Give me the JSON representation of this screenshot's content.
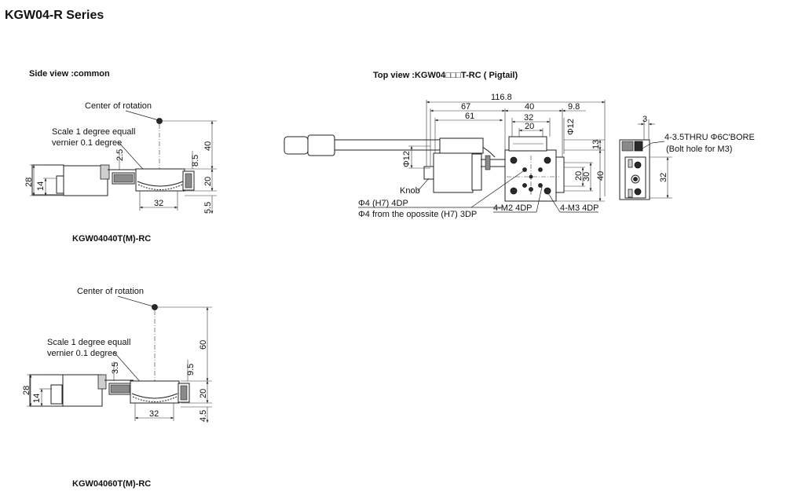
{
  "title": "KGW04-R Series",
  "side_view": {
    "heading": "Side view :common",
    "upper": {
      "center_label": "Center of rotation",
      "scale_line1": "Scale 1 degree equall",
      "scale_line2": "vernier 0.1 degree",
      "dims": {
        "h40": "40",
        "h8_5": "8.5",
        "h2_5": "2.5",
        "h20": "20",
        "h5_5": "5.5",
        "h28": "28",
        "h14": "14",
        "w32": "32"
      },
      "model": "KGW04040T(M)-RC"
    },
    "lower": {
      "center_label": "Center of rotation",
      "scale_line1": "Scale 1 degree equall",
      "scale_line2": "vernier 0.1 degree",
      "dims": {
        "h60": "60",
        "h9_5": "9.5",
        "h3_5": "3.5",
        "h20": "20",
        "h4_5": "4.5",
        "h28": "28",
        "h14": "14",
        "w32": "32"
      },
      "model": "KGW04060T(M)-RC"
    }
  },
  "top_view": {
    "heading": "Top view :KGW04□□□T-RC ( Pigtail)",
    "dims": {
      "w116_8": "116.8",
      "w67": "67",
      "w61": "61",
      "w40": "40",
      "w32": "32",
      "w20": "20",
      "w9_8": "9.8",
      "d12_right": "Φ12",
      "d12_left": "Φ12",
      "h13": "13",
      "h20": "20",
      "h30": "30",
      "h40": "40"
    },
    "knob": "Knob",
    "hole1": "Φ4 (H7) 4DP",
    "hole2": "Φ4 from the opossite (H7) 3DP",
    "m2": "4-M2 4DP",
    "m3": "4-M3 4DP"
  },
  "end_view": {
    "dim3": "3",
    "thru": "4-3.5THRU Φ6C'BORE",
    "bolt": "(Bolt hole for M3)",
    "h32": "32"
  }
}
